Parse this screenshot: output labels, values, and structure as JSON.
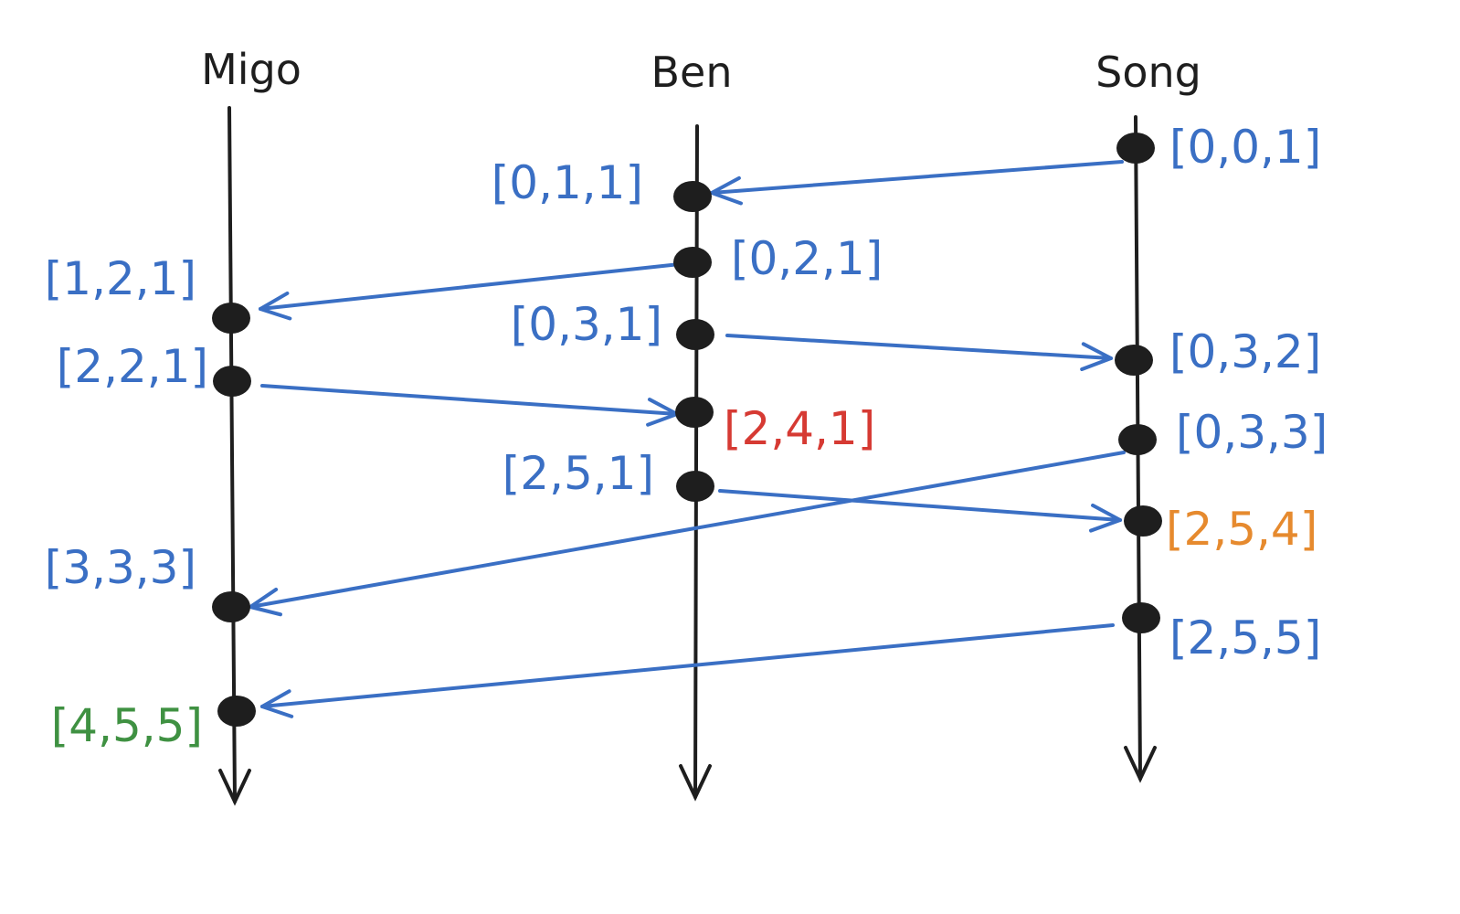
{
  "colors": {
    "ink": "#1e1e1e",
    "blue": "#3a6fc4",
    "red": "#d63a33",
    "orange": "#e68a2e",
    "green": "#3f9142"
  },
  "processes": [
    {
      "id": "migo",
      "name": "Migo"
    },
    {
      "id": "ben",
      "name": "Ben"
    },
    {
      "id": "song",
      "name": "Song"
    }
  ],
  "events": [
    {
      "id": "s1",
      "process": "song",
      "label": "[0,0,1]",
      "color": "blue"
    },
    {
      "id": "b1",
      "process": "ben",
      "label": "[0,1,1]",
      "color": "blue"
    },
    {
      "id": "b2",
      "process": "ben",
      "label": "[0,2,1]",
      "color": "blue"
    },
    {
      "id": "m1",
      "process": "migo",
      "label": "[1,2,1]",
      "color": "blue"
    },
    {
      "id": "b3",
      "process": "ben",
      "label": "[0,3,1]",
      "color": "blue"
    },
    {
      "id": "s2",
      "process": "song",
      "label": "[0,3,2]",
      "color": "blue"
    },
    {
      "id": "m2",
      "process": "migo",
      "label": "[2,2,1]",
      "color": "blue"
    },
    {
      "id": "b4",
      "process": "ben",
      "label": "[2,4,1]",
      "color": "red"
    },
    {
      "id": "s3",
      "process": "song",
      "label": "[0,3,3]",
      "color": "blue"
    },
    {
      "id": "b5",
      "process": "ben",
      "label": "[2,5,1]",
      "color": "blue"
    },
    {
      "id": "s4",
      "process": "song",
      "label": "[2,5,4]",
      "color": "orange"
    },
    {
      "id": "m3",
      "process": "migo",
      "label": "[3,3,3]",
      "color": "blue"
    },
    {
      "id": "s5",
      "process": "song",
      "label": "[2,5,5]",
      "color": "blue"
    },
    {
      "id": "m4",
      "process": "migo",
      "label": "[4,5,5]",
      "color": "green"
    }
  ],
  "messages": [
    {
      "from": "s1",
      "to": "b1"
    },
    {
      "from": "b2",
      "to": "m1"
    },
    {
      "from": "b3",
      "to": "s2"
    },
    {
      "from": "m2",
      "to": "b4"
    },
    {
      "from": "s3",
      "to": "m3"
    },
    {
      "from": "b5",
      "to": "s4"
    },
    {
      "from": "s5",
      "to": "m4"
    }
  ]
}
